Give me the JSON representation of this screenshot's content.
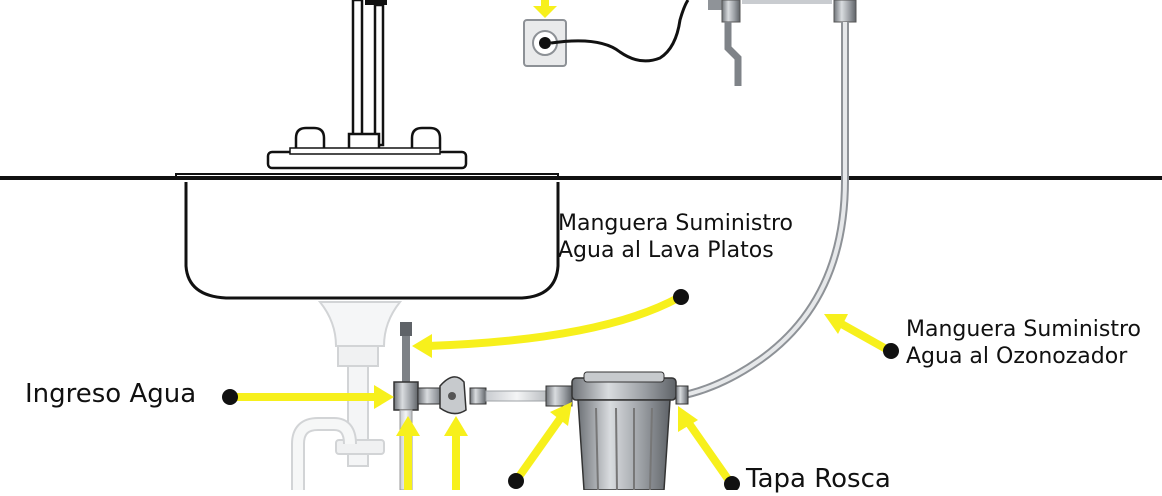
{
  "labels": {
    "manguera_lava": {
      "line1": "Manguera Suministro",
      "line2": "Agua al Lava Platos"
    },
    "manguera_ozono": {
      "line1": "Manguera Suministro",
      "line2": "Agua al Ozonozador"
    },
    "ingreso_agua": "Ingreso Agua",
    "tapa_rosca": "Tapa Rosca"
  },
  "colors": {
    "arrow": "#f7f01c",
    "outline": "#111111",
    "pipe": "#b8bcc0",
    "filter": "#9a9ea3"
  }
}
